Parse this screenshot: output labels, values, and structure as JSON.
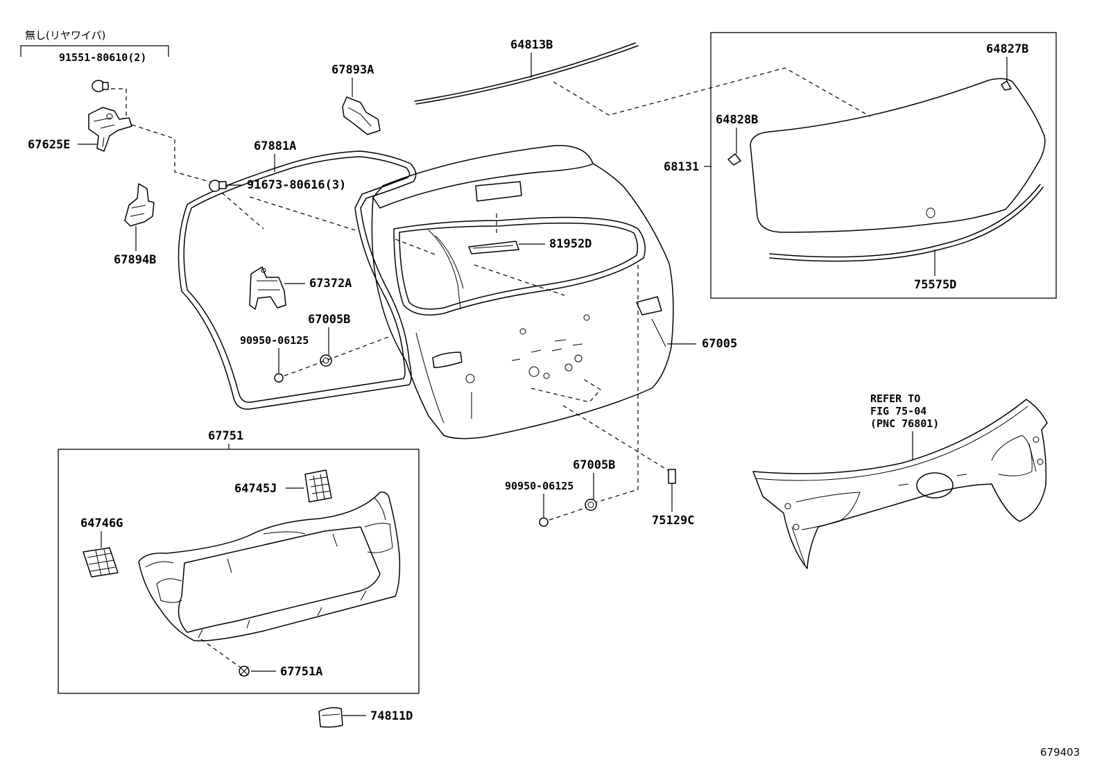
{
  "note_jp": "無し(リヤワイパ)",
  "figure_id": "679403",
  "refer_note": [
    "REFER TO",
    "FIG 75-04",
    "(PNC 76801)"
  ],
  "parts": {
    "p91551": "91551-80610(2)",
    "p67625E": "67625E",
    "p67893A": "67893A",
    "p64813B": "64813B",
    "p64827B": "64827B",
    "p64828B": "64828B",
    "p68131": "68131",
    "p67881A": "67881A",
    "p67894B": "67894B",
    "p91673": "91673-80616(3)",
    "p81952D": "81952D",
    "p67372A": "67372A",
    "p75575D": "75575D",
    "p67005B_a": "67005B",
    "p90950_a": "90950-06125",
    "p67005": "67005",
    "p67751": "67751",
    "p67005B_b": "67005B",
    "p64745J": "64745J",
    "p90950_b": "90950-06125",
    "p64746G": "64746G",
    "p75129C": "75129C",
    "p67751A": "67751A",
    "p74811D": "74811D"
  }
}
